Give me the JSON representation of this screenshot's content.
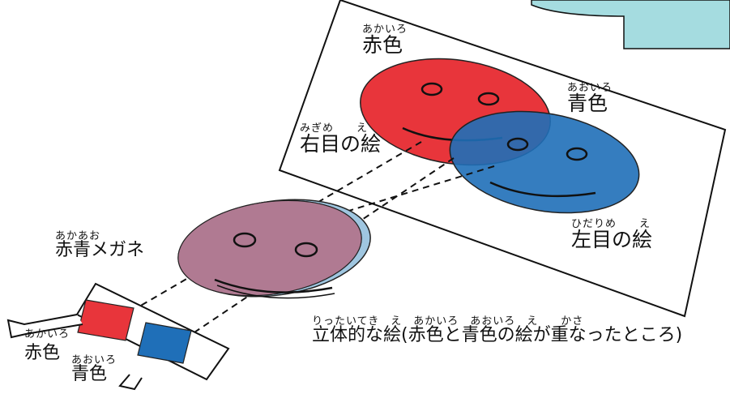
{
  "colors": {
    "red": "#e8353b",
    "blue": "#1f6fb8",
    "mix": "#b07a92",
    "speech_bubble": "#a5dce0"
  },
  "labels": {
    "screen_red": {
      "ruby": "あかいろ",
      "text": "赤色"
    },
    "screen_blue": {
      "ruby": "あおいろ",
      "text": "青色"
    },
    "right_eye": {
      "ruby": "みぎめ　　え",
      "text": "右目の絵"
    },
    "left_eye": {
      "ruby": "ひだりめ　　え",
      "text": "左目の絵"
    },
    "glasses": {
      "ruby": "あかあお",
      "text": "赤青メガネ"
    },
    "lens_red": {
      "ruby": "あかいろ",
      "text": "赤色"
    },
    "lens_blue": {
      "ruby": "あおいろ",
      "text": "青色"
    },
    "stereo": {
      "ruby": "りったいてき　え　あかいろ　あおいろ　え　　かさ",
      "text": "立体的な絵(赤色と青色の絵が重なったところ)"
    }
  }
}
